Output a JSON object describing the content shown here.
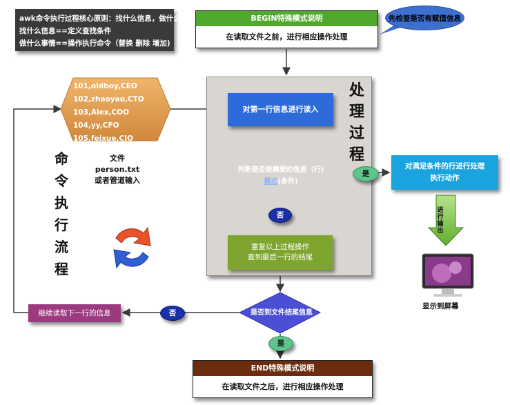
{
  "core_principle": {
    "line1": "awk命令执行过程核心原则：找什么信息，做什么事情",
    "line2": "找什么信息==定义查找条件",
    "line3": "做什么事情==操作执行命令（替换 删除 增加)"
  },
  "begin": {
    "title": "BEGIN特殊模式说明",
    "desc": "在读取文件之前，进行相应操作处理"
  },
  "check_bubble": "先检查是否有赋值信息",
  "process_title": "处理过程",
  "input_records": [
    "101,oldboy,CEO",
    "102,zhaoyao,CTO",
    "103,Alex,COO",
    "104,yy,CFO",
    "105,feixue,CIO"
  ],
  "file_label": {
    "line1": "文件person.txt",
    "line2": "或者管道输入"
  },
  "flow_title": "命令执行流程",
  "read_first": "对第一行信息进行读入",
  "decision1": {
    "line1": "判断是否是需要的信息（行)",
    "pattern": "模式",
    "condition": "(条件)"
  },
  "yes_label_1": "是",
  "no_label_1": "否",
  "satisfy": {
    "line1": "对满足条件的行进行处理",
    "line2": "执行动作"
  },
  "action_output": "进行输出",
  "loop_again": {
    "line1": "重复以上过程操作",
    "line2": "直到最后一行的结尾"
  },
  "show_screen": "显示到屏幕",
  "decision2": "是否到文件结尾信息",
  "no_label_2": "否",
  "continue_read": "继续读取下一行的信息",
  "yes_label_2": "是",
  "end": {
    "title": "END特殊模式说明",
    "desc": "在读取文件之后，进行相应操作处理"
  }
}
